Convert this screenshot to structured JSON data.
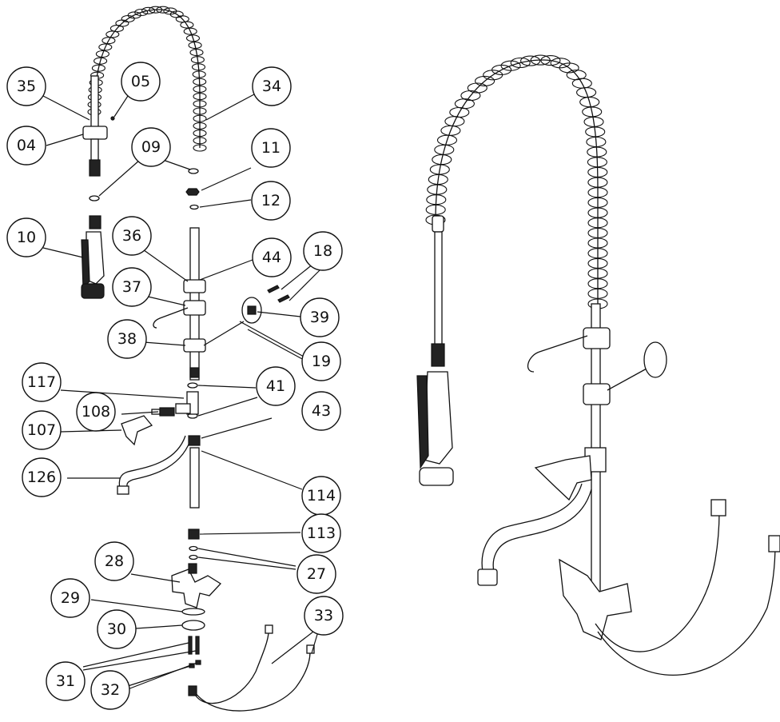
{
  "callouts": [
    {
      "id": "c35",
      "label": "35"
    },
    {
      "id": "c05",
      "label": "05"
    },
    {
      "id": "c34",
      "label": "34"
    },
    {
      "id": "c04",
      "label": "04"
    },
    {
      "id": "c09",
      "label": "09"
    },
    {
      "id": "c11",
      "label": "11"
    },
    {
      "id": "c12",
      "label": "12"
    },
    {
      "id": "c10",
      "label": "10"
    },
    {
      "id": "c36",
      "label": "36"
    },
    {
      "id": "c44",
      "label": "44"
    },
    {
      "id": "c18",
      "label": "18"
    },
    {
      "id": "c37",
      "label": "37"
    },
    {
      "id": "c39",
      "label": "39"
    },
    {
      "id": "c38",
      "label": "38"
    },
    {
      "id": "c19",
      "label": "19"
    },
    {
      "id": "c117",
      "label": "117"
    },
    {
      "id": "c41",
      "label": "41"
    },
    {
      "id": "c108",
      "label": "108"
    },
    {
      "id": "c43",
      "label": "43"
    },
    {
      "id": "c107",
      "label": "107"
    },
    {
      "id": "c126",
      "label": "126"
    },
    {
      "id": "c114",
      "label": "114"
    },
    {
      "id": "c113",
      "label": "113"
    },
    {
      "id": "c28",
      "label": "28"
    },
    {
      "id": "c27",
      "label": "27"
    },
    {
      "id": "c29",
      "label": "29"
    },
    {
      "id": "c30",
      "label": "30"
    },
    {
      "id": "c33",
      "label": "33"
    },
    {
      "id": "c31",
      "label": "31"
    },
    {
      "id": "c32",
      "label": "32"
    }
  ]
}
